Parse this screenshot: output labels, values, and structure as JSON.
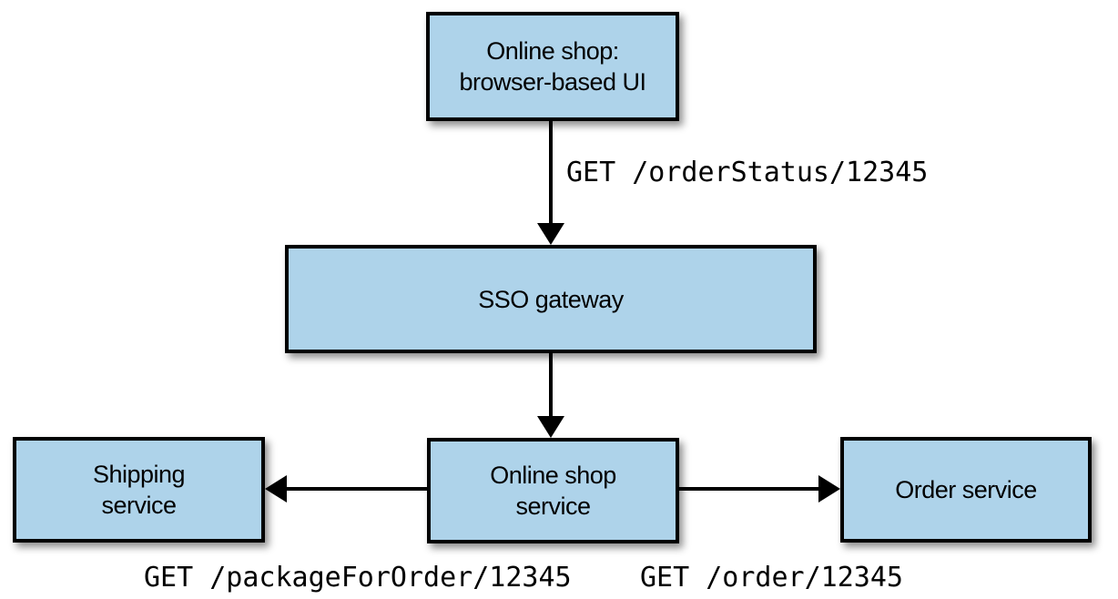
{
  "colors": {
    "background": "#ffffff",
    "box_fill": "#aed3ea",
    "box_border": "#000000",
    "arrow": "#000000",
    "text": "#000000"
  },
  "nodes": {
    "browser_ui": {
      "lines": [
        "Online shop:",
        "browser-based UI"
      ]
    },
    "sso_gateway": {
      "lines": [
        "SSO gateway"
      ]
    },
    "shipping_service": {
      "lines": [
        "Shipping",
        "service"
      ]
    },
    "online_shop_service": {
      "lines": [
        "Online shop",
        "service"
      ]
    },
    "order_service": {
      "lines": [
        "Order service"
      ]
    }
  },
  "edges": {
    "browser_to_sso": {
      "label": "GET /orderStatus/12345"
    },
    "sso_to_online_shop": {},
    "online_shop_to_shipping": {
      "label": "GET /packageForOrder/12345"
    },
    "online_shop_to_order": {
      "label": "GET /order/12345"
    }
  }
}
